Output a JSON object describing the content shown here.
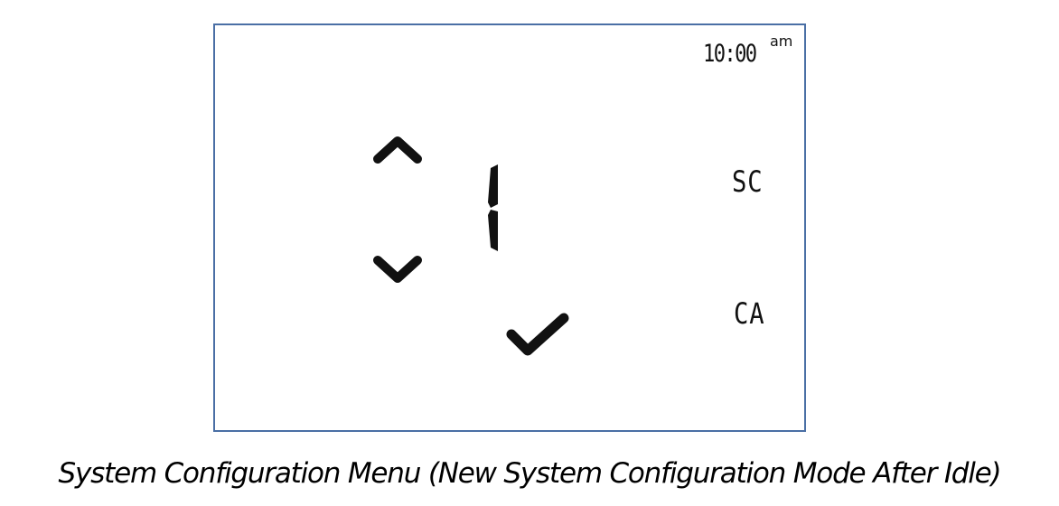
{
  "display": {
    "time": "10:00",
    "ampm": "am",
    "value": "1",
    "mode_top": "SC",
    "mode_bottom": "CA"
  },
  "icons": {
    "up": "chevron-up-icon",
    "down": "chevron-down-icon",
    "confirm": "checkmark-icon"
  },
  "caption": "System Configuration Menu (New System Configuration Mode After Idle)"
}
